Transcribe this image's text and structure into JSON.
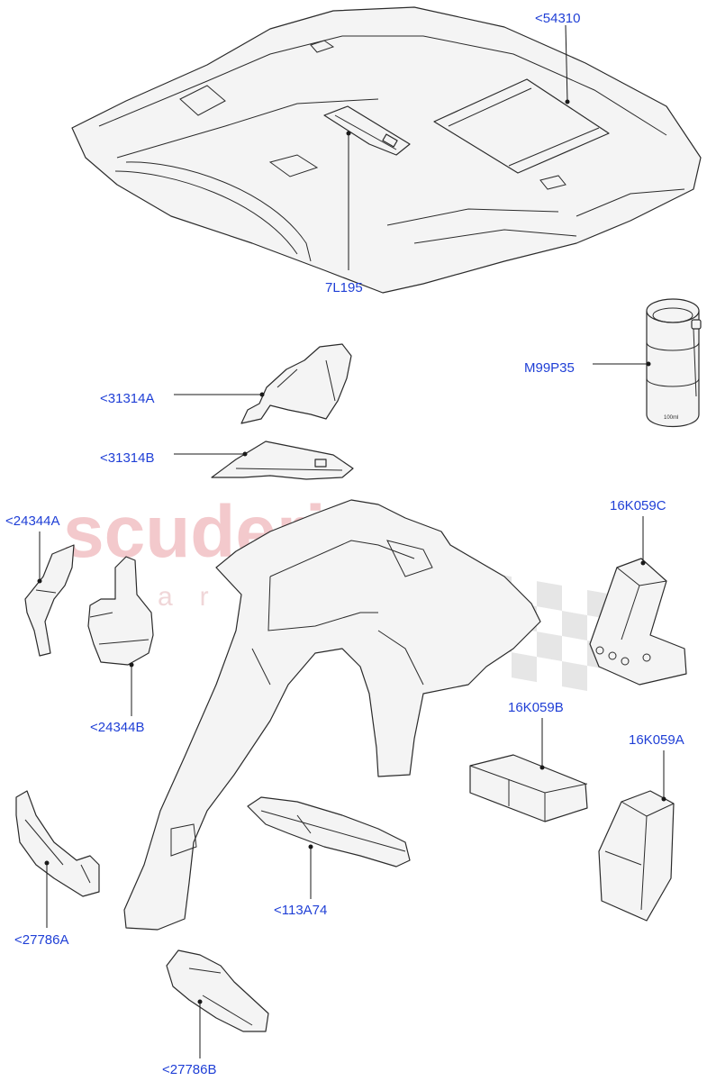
{
  "watermark": {
    "brand": "scuderia",
    "sub": "car parts"
  },
  "callouts": {
    "p54310": "<54310",
    "p7L195": "7L195",
    "pM99P35": "M99P35",
    "p31314A": "<31314A",
    "p31314B": "<31314B",
    "p24344A": "<24344A",
    "p24344B": "<24344B",
    "p16K059C": "16K059C",
    "p16K059B": "16K059B",
    "p16K059A": "16K059A",
    "p113A74": "<113A74",
    "p27786A": "<27786A",
    "p27786B": "<27786B"
  },
  "can_label": "100ml"
}
